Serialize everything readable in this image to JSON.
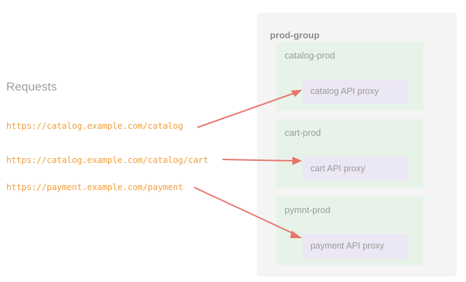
{
  "left": {
    "heading": "Requests",
    "urls": [
      "https://catalog.example.com/catalog",
      "https://catalog.example.com/catalog/cart",
      "https://payment.example.com/payment"
    ]
  },
  "group": {
    "title": "prod-group",
    "environments": [
      {
        "name": "catalog-prod",
        "proxy": "catalog API proxy"
      },
      {
        "name": "cart-prod",
        "proxy": "cart API proxy"
      },
      {
        "name": "pymnt-prod",
        "proxy": "payment API proxy"
      }
    ]
  },
  "arrows": [
    {
      "name": "arrow-catalog",
      "from_url": "https://catalog.example.com/catalog",
      "to_proxy": "catalog API proxy"
    },
    {
      "name": "arrow-cart",
      "from_url": "https://catalog.example.com/catalog/cart",
      "to_proxy": "cart API proxy"
    },
    {
      "name": "arrow-payment",
      "from_url": "https://payment.example.com/payment",
      "to_proxy": "payment API proxy"
    }
  ],
  "colors": {
    "url_text": "#f2a03e",
    "heading_text": "#9e9e9e",
    "group_panel_bg": "#f4f4f4",
    "group_title_text": "#8c8c8c",
    "env_panel_bg": "#e7f3e8",
    "env_title_text": "#9a9a9a",
    "proxy_box_bg": "#ece7f4",
    "proxy_label_text": "#9a9a9a",
    "arrow": "#e8736c",
    "page_bg": "#ffffff"
  }
}
